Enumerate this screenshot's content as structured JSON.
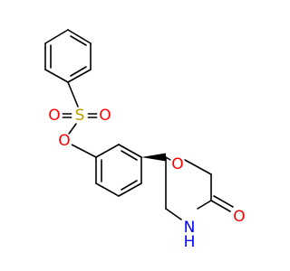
{
  "molecule": {
    "atoms": {
      "s1": {
        "symbol": "S",
        "color": "#b8a000"
      },
      "o1": {
        "symbol": "O",
        "color": "#ff0000"
      },
      "o2": {
        "symbol": "O",
        "color": "#ff0000"
      },
      "o3": {
        "symbol": "O",
        "color": "#ff0000"
      },
      "o4": {
        "symbol": "O",
        "color": "#ff0000"
      },
      "o5": {
        "symbol": "O",
        "color": "#ff0000"
      },
      "n1": {
        "symbol": "H",
        "color": "#0000ff",
        "sub": "N"
      }
    },
    "bond_color": "#000000"
  }
}
